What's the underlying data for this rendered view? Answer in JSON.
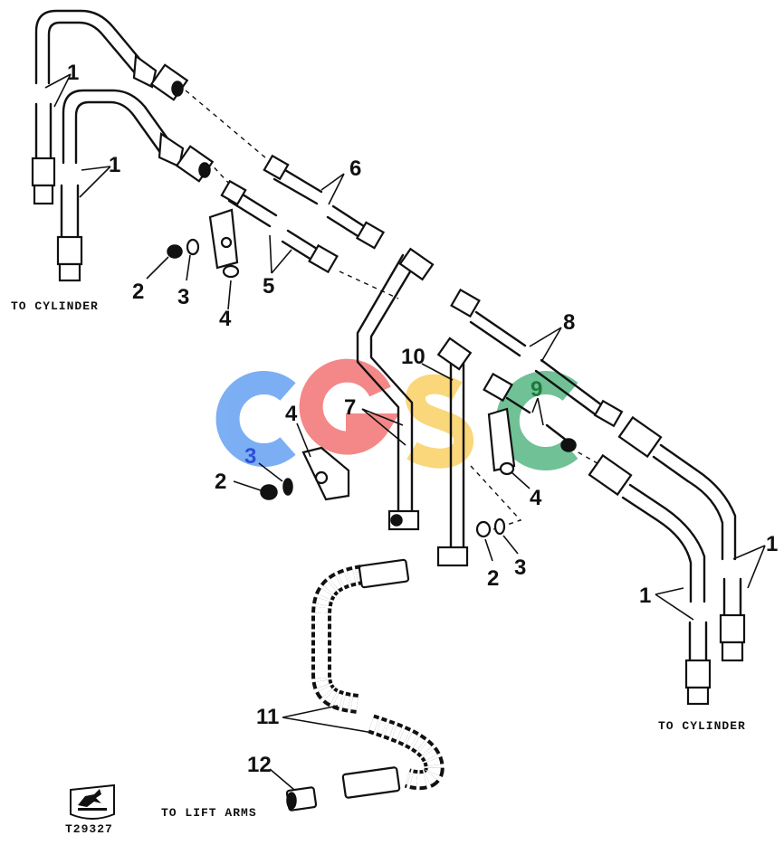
{
  "watermark": {
    "text": "CGSC",
    "colors": [
      "#4a90f0",
      "#f05a5a",
      "#f7c948",
      "#3aaa6e"
    ]
  },
  "callouts": {
    "c1a": "1",
    "c1b": "1",
    "c1c": "1",
    "c1d": "1",
    "c2a": "2",
    "c2b": "2",
    "c2c": "2",
    "c3a": "3",
    "c3b": "3",
    "c3c": "3",
    "c4a": "4",
    "c4b": "4",
    "c4c": "4",
    "c5": "5",
    "c6": "6",
    "c7": "7",
    "c8": "8",
    "c9": "9",
    "c10": "10",
    "c11": "11",
    "c12": "12"
  },
  "captions": {
    "to_cylinder_left": "TO CYLINDER",
    "to_cylinder_right": "TO CYLINDER",
    "to_lift_arms": "TO LIFT ARMS"
  },
  "logo_code": "T29327"
}
